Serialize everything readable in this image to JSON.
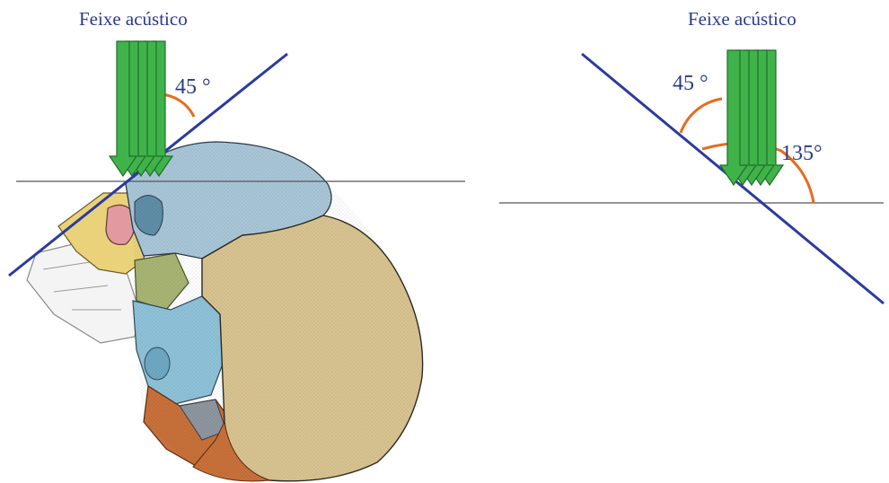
{
  "colors": {
    "beam_green": "#3fb34a",
    "beam_edge": "#1f6e2a",
    "axis_blue": "#2a3aa0",
    "arc_orange": "#ea6a1e",
    "horizon": "#555555",
    "label_blue": "#2b3a8c",
    "skull_blue": "#a9c7d8",
    "skull_tan": "#d9c491",
    "skull_cyan": "#8fc3d9",
    "skull_olive": "#a8b573",
    "skull_orange": "#c9713a",
    "skull_yellow": "#e9d27a",
    "skull_gray": "#8e96a0",
    "skull_pink": "#e29aa0"
  },
  "left_panel": {
    "beam_label": "Feixe acústico",
    "angle_label": "45 °"
  },
  "right_panel": {
    "beam_label": "Feixe acústico",
    "angle_label_a": "45 °",
    "angle_label_b": "135°"
  }
}
